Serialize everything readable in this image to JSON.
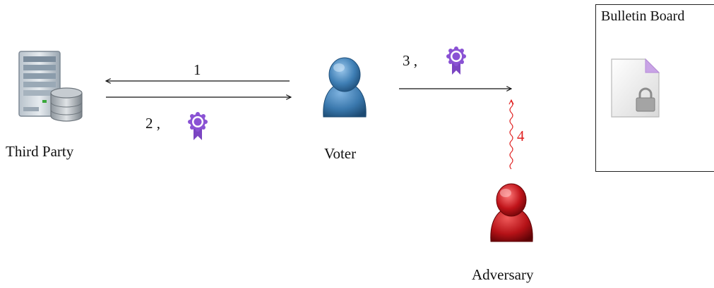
{
  "nodes": {
    "third_party": "Third Party",
    "voter": "Voter",
    "adversary": "Adversary",
    "bulletin_board": "Bulletin Board"
  },
  "steps": {
    "s1": "1",
    "s2": "2 ,",
    "s3": "3 ,",
    "s4": "4"
  },
  "colors": {
    "voter": "#3f7fb5",
    "adversary": "#c0141a",
    "credential": "#7b45c2",
    "attack": "#e02020"
  },
  "icons": {
    "third_party": "server-icon",
    "voter": "person-icon",
    "adversary": "person-icon",
    "credential": "award-ribbon-icon",
    "document": "locked-document-icon"
  }
}
